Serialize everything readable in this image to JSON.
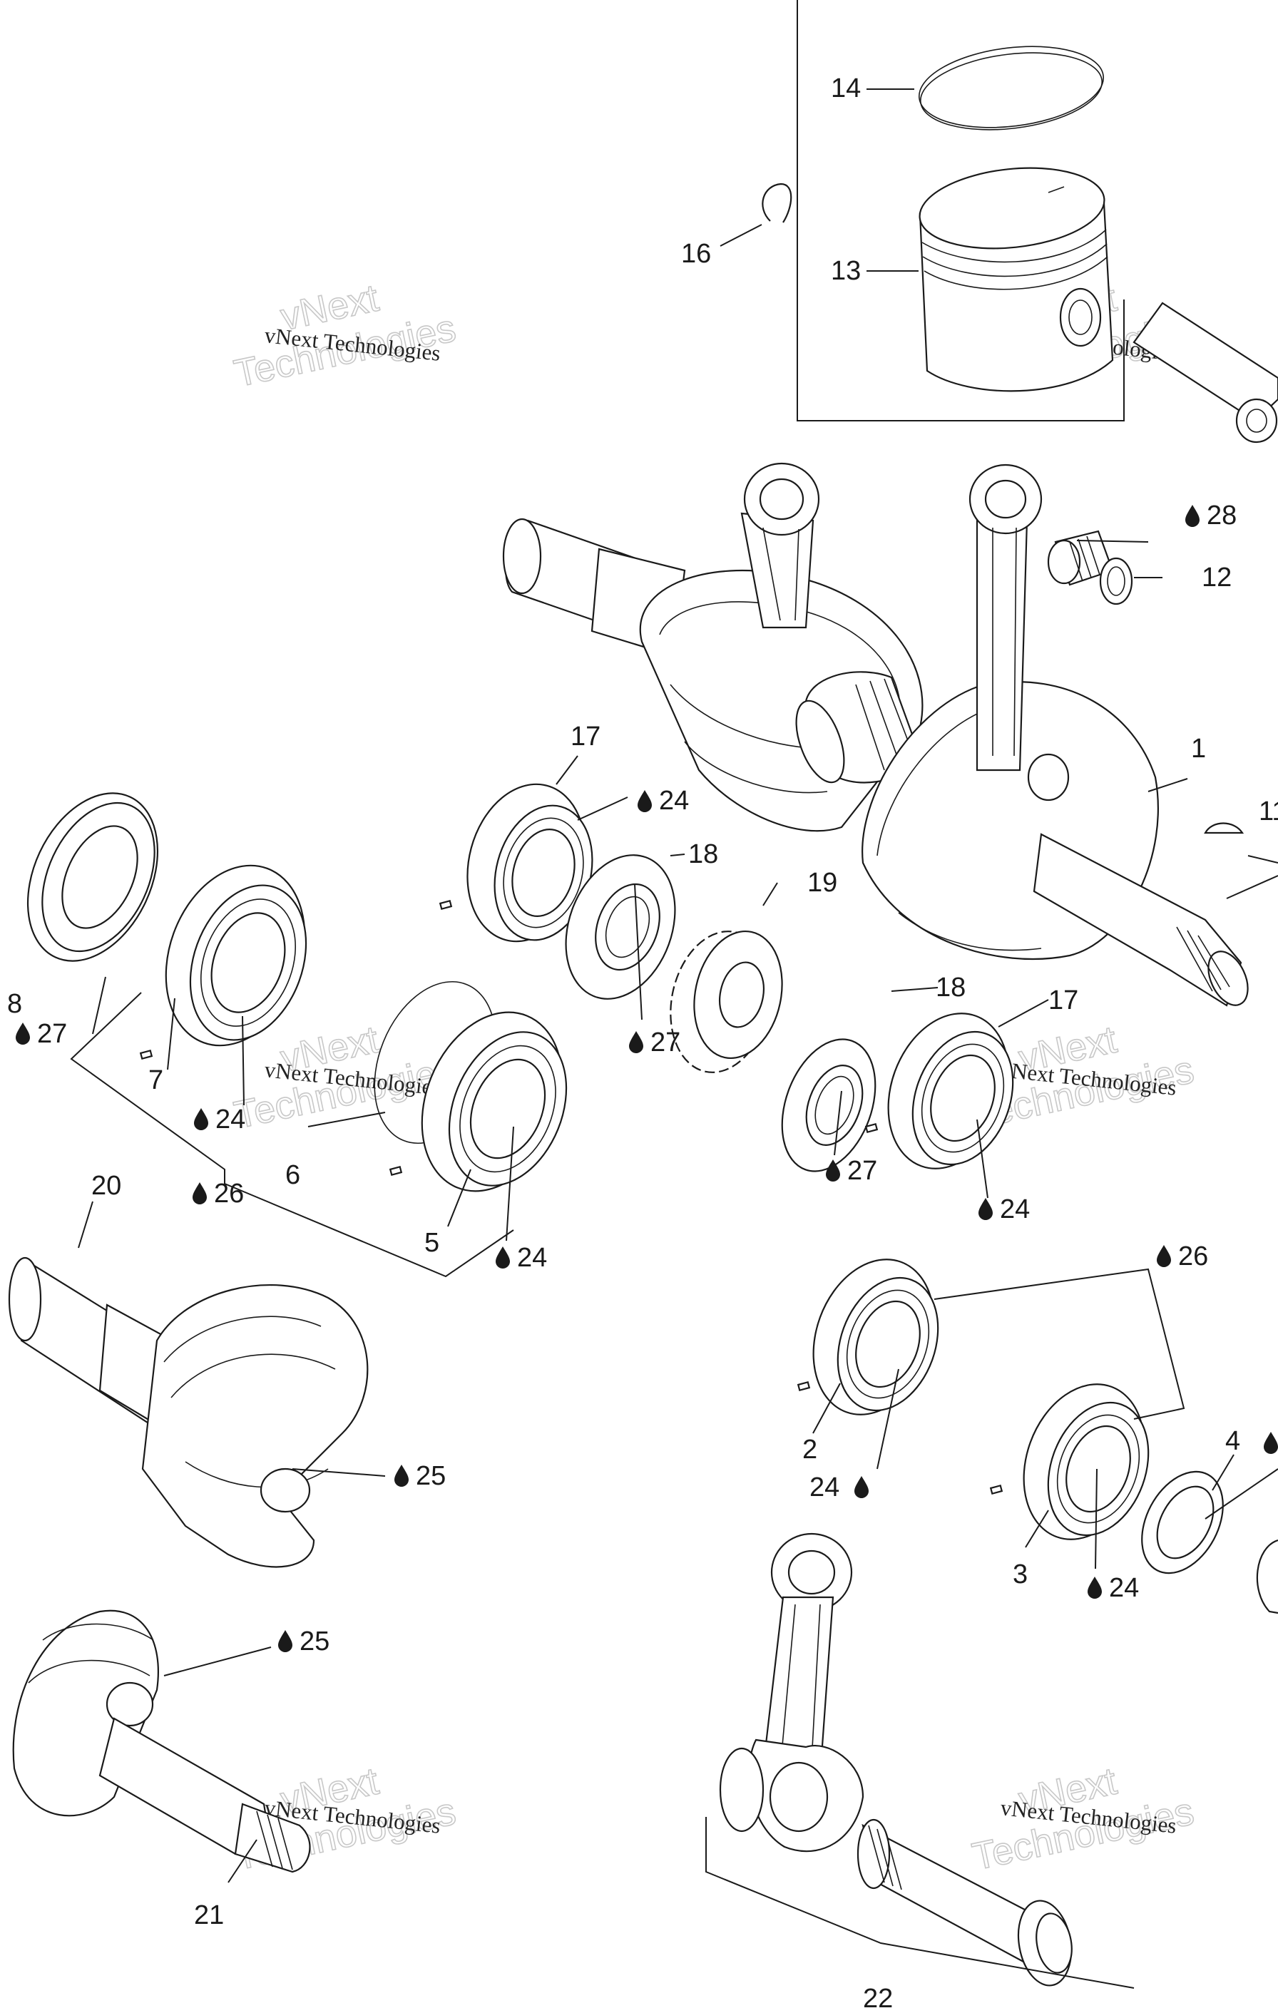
{
  "watermark": {
    "line1": "vNext",
    "line2": "Technologies",
    "caption": "vNext Technologies"
  },
  "lubricant_symbol": "droplet-icon",
  "callouts": {
    "c1": "1",
    "c2": "2",
    "c3": "3",
    "c4": "4",
    "c5": "5",
    "c6": "6",
    "c7": "7",
    "c8": "8",
    "c11": "11",
    "c12": "12",
    "c13": "13",
    "c14": "14",
    "c16": "16",
    "c17a": "17",
    "c17b": "17",
    "c18a": "18",
    "c18b": "18",
    "c19": "19",
    "c20": "20",
    "c21": "21",
    "c22": "22",
    "l24a": "24",
    "l24b": "24",
    "l24c": "24",
    "l24d": "24",
    "l24e": "24",
    "l24f": "24",
    "l25a": "25",
    "l25b": "25",
    "l26a": "26",
    "l26b": "26",
    "l27a": "27",
    "l27b": "27",
    "l27c": "27",
    "l28": "28"
  }
}
